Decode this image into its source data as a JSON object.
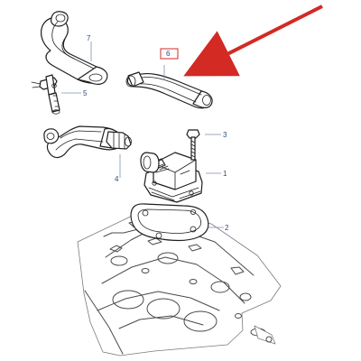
{
  "callouts": {
    "hose_7": "7",
    "hose_6": "6",
    "connector_5": "5",
    "bolt_3": "3",
    "hose_4": "4",
    "separator_1": "1",
    "gasket_2": "2"
  },
  "colors": {
    "arrow": "#d32a24",
    "callout_text": "#2f4a7a",
    "highlight_box": "#d32a24"
  }
}
